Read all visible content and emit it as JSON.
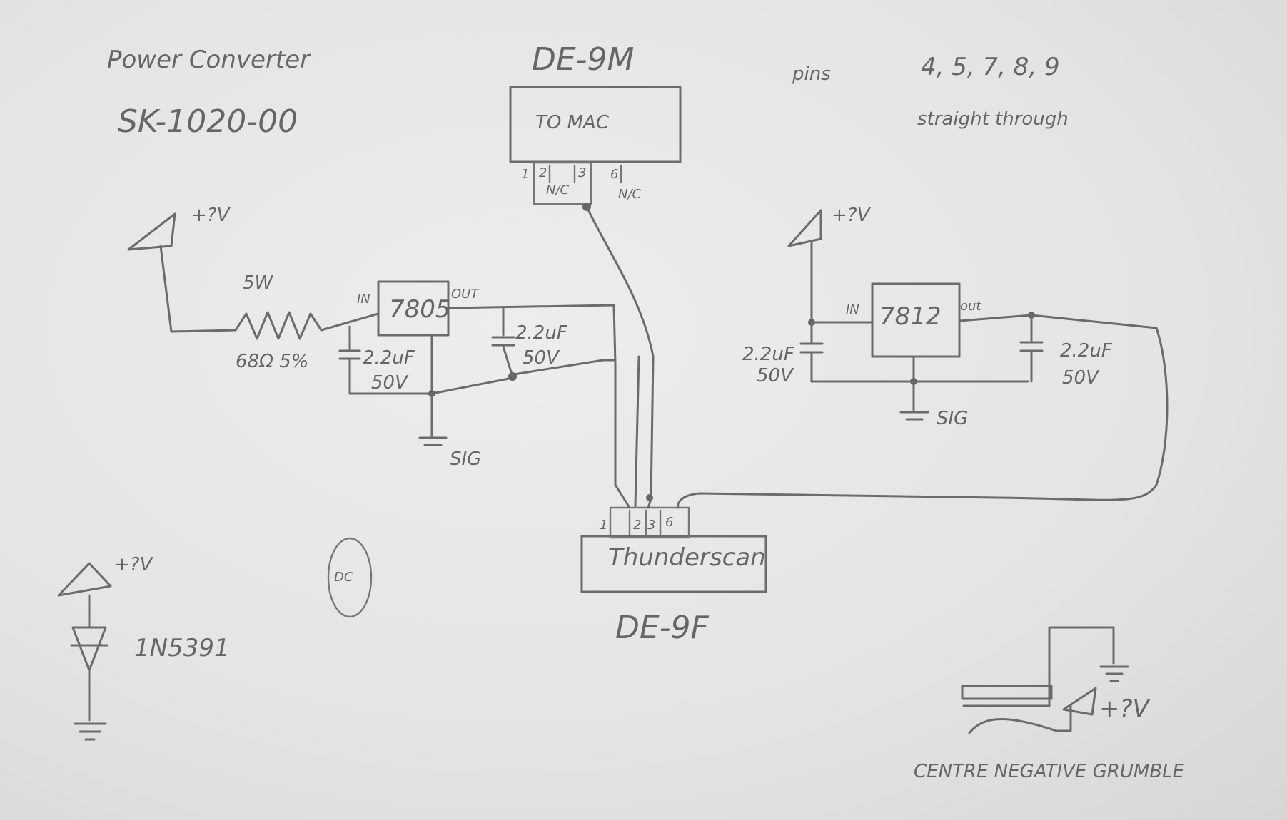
{
  "title": {
    "line1": "Power Converter",
    "line2": "SK-1020-00"
  },
  "pins_note": {
    "label": "pins",
    "pins": "4, 5, 7, 8, 9",
    "desc": "straight through"
  },
  "connector_top": {
    "name": "DE-9M",
    "label": "TO MAC",
    "pin1": "1",
    "pin2": "2",
    "pin3": "3",
    "pin6": "6",
    "nc1": "N/C",
    "nc2": "N/C"
  },
  "connector_bottom": {
    "name": "DE-9F",
    "label": "Thunderscan",
    "pin1": "1",
    "pin2": "2",
    "pin3": "3",
    "pin6": "6"
  },
  "left_circuit": {
    "supply": "+?V",
    "res_power": "5W",
    "res_value": "68Ω 5%",
    "reg_name": "7805",
    "reg_in": "IN",
    "reg_out": "OUT",
    "cap_in": "2.2uF",
    "cap_in_v": "50V",
    "cap_out": "2.2uF",
    "cap_out_v": "50V",
    "gnd": "SIG"
  },
  "right_circuit": {
    "supply": "+?V",
    "reg_name": "7812",
    "reg_in": "IN",
    "reg_out": "out",
    "cap_in": "2.2uF",
    "cap_in_v": "50V",
    "cap_out": "2.2uF",
    "cap_out_v": "50V",
    "gnd": "SIG"
  },
  "diode_circuit": {
    "supply": "+?V",
    "diode": "1N5391",
    "dc_mark": "DC"
  },
  "jack": {
    "supply": "+?V",
    "note": "CENTRE NEGATIVE GRUMBLE"
  }
}
